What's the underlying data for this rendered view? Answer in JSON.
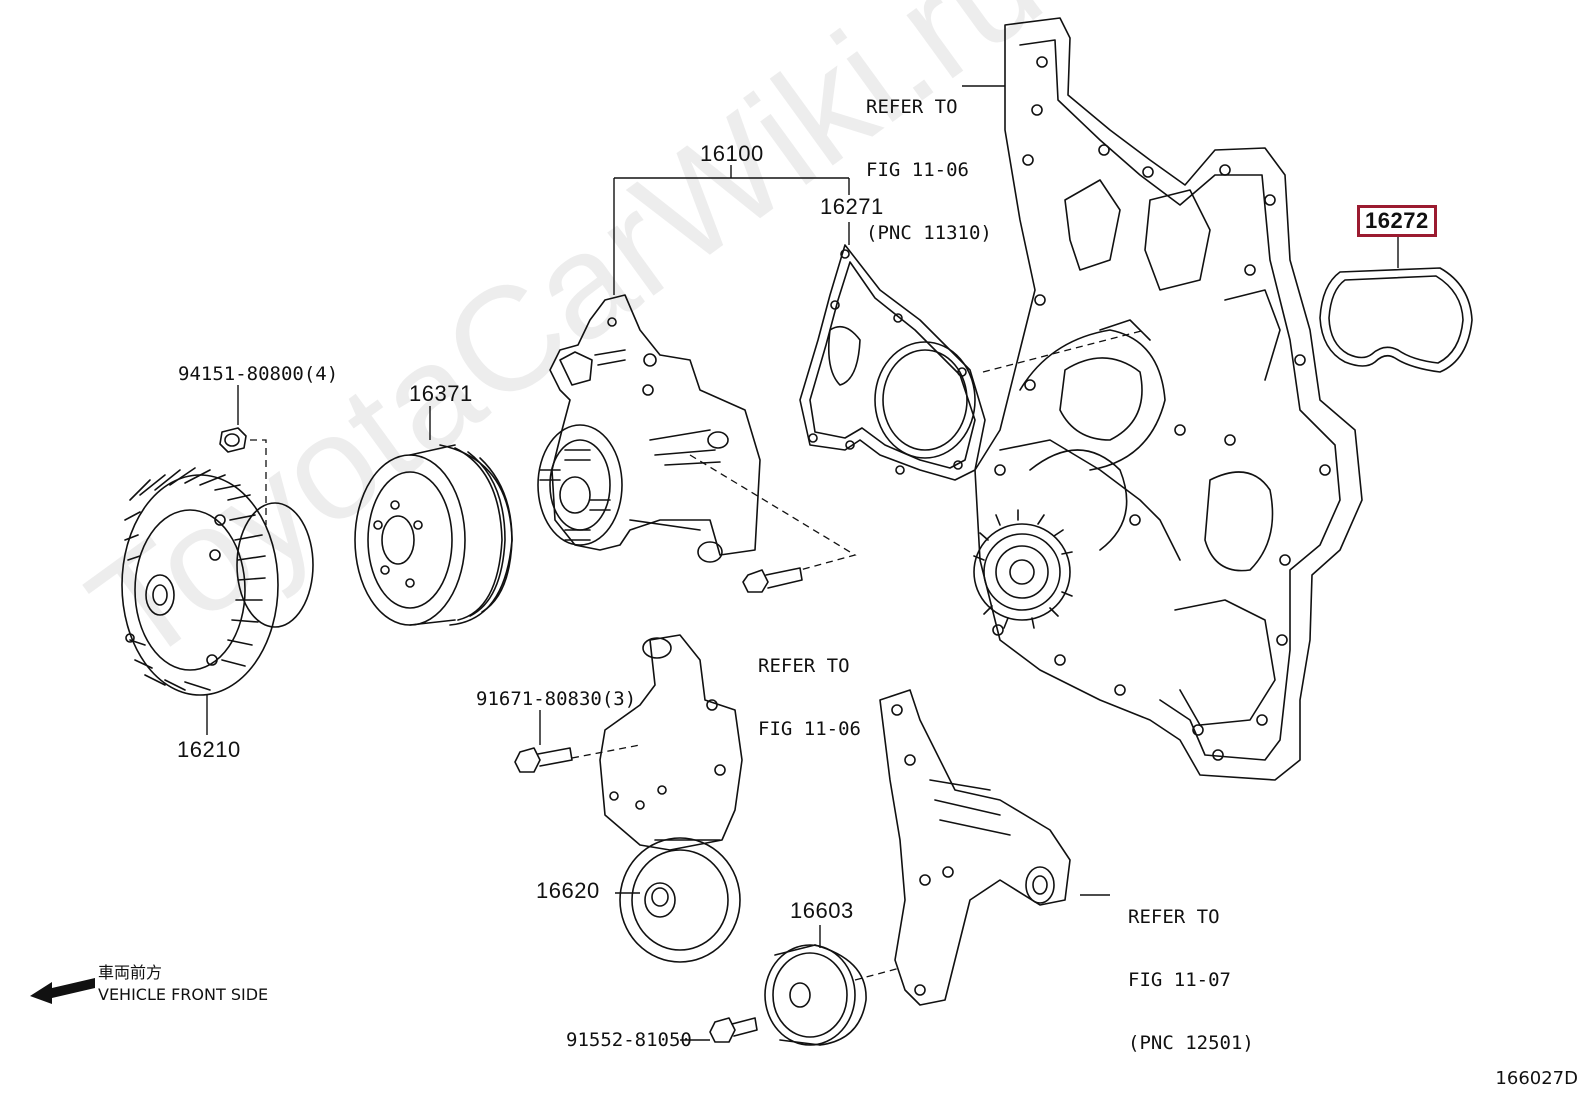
{
  "watermark": "ToyotaCarWiki.ru",
  "highlight_color": "#9b1b30",
  "labels": {
    "p16100": "16100",
    "p16271": "16271",
    "p16272": "16272",
    "p16371": "16371",
    "p16210": "16210",
    "p16620": "16620",
    "p16603": "16603",
    "b94151": "94151-80800(4)",
    "b91671": "91671-80830(3)",
    "b91552": "91552-81050",
    "ref1_l1": "REFER TO",
    "ref1_l2": "FIG 11-06",
    "ref1_l3": "(PNC 11310)",
    "ref2_l1": "REFER TO",
    "ref2_l2": "FIG 11-06",
    "ref3_l1": "REFER TO",
    "ref3_l2": "FIG 11-07",
    "ref3_l3": "(PNC 12501)",
    "front_jp": "車両前方",
    "front_en": "VEHICLE FRONT SIDE",
    "figure_code": "166027D"
  },
  "icons": [
    "front-arrow-icon"
  ]
}
